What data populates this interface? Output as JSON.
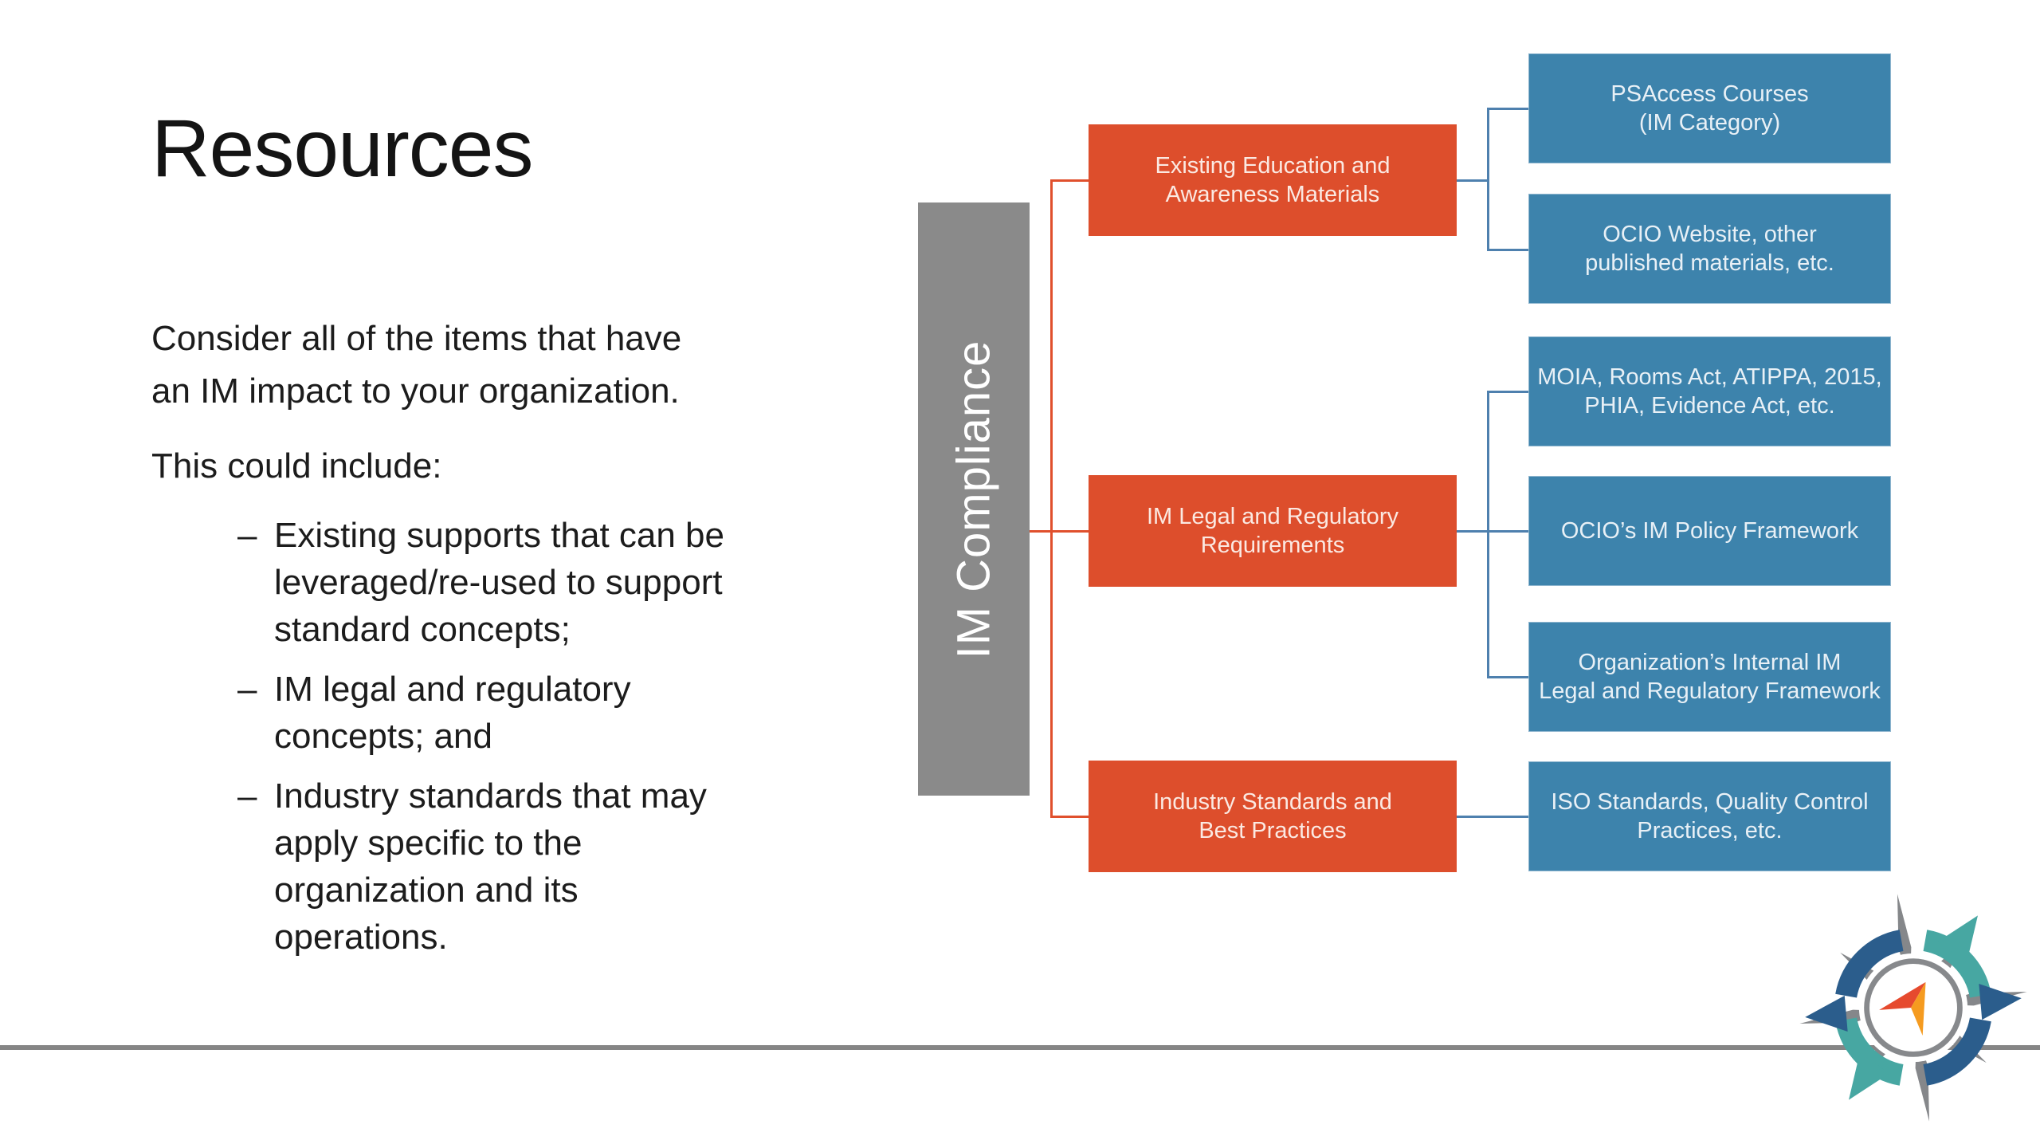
{
  "slide": {
    "title": "Resources",
    "paragraph1": "Consider all of the items that have\nan IM impact to your organization.",
    "paragraph2": "This could include:",
    "bullet_dash": "–",
    "bullets": [
      "Existing supports that can be\nleveraged/re-used to support\nstandard concepts;",
      "IM legal and regulatory\nconcepts; and",
      "Industry standards that may\napply specific to the\norganization and its\noperations."
    ]
  },
  "diagram": {
    "root_label": "IM Compliance",
    "branches": [
      {
        "label": "Existing Education and\nAwareness Materials",
        "children": [
          "PSAccess Courses\n(IM Category)",
          "OCIO Website, other\npublished materials, etc."
        ]
      },
      {
        "label": "IM Legal and Regulatory\nRequirements",
        "children": [
          "MOIA, Rooms Act, ATIPPA, 2015,\nPHIA, Evidence Act, etc.",
          "OCIO’s IM Policy Framework",
          "Organization’s Internal IM\nLegal and Regulatory Framework"
        ]
      },
      {
        "label": "Industry Standards and\nBest Practices",
        "children": [
          "ISO Standards, Quality Control\nPractices, etc."
        ]
      }
    ],
    "colors": {
      "root_fill": "#8A8A8A",
      "branch_fill": "#DD4E2C",
      "child_fill": "#3D83AC",
      "orange_connector": "#E0502D",
      "blue_connector": "#4E80AE"
    }
  },
  "footer": {
    "rule_color": "#858585"
  },
  "logo": {
    "teal": "#47A7A2",
    "navy": "#2B5D8C",
    "gray": "#85878A",
    "needle_red": "#E64A2E",
    "needle_orange": "#F59B20"
  }
}
